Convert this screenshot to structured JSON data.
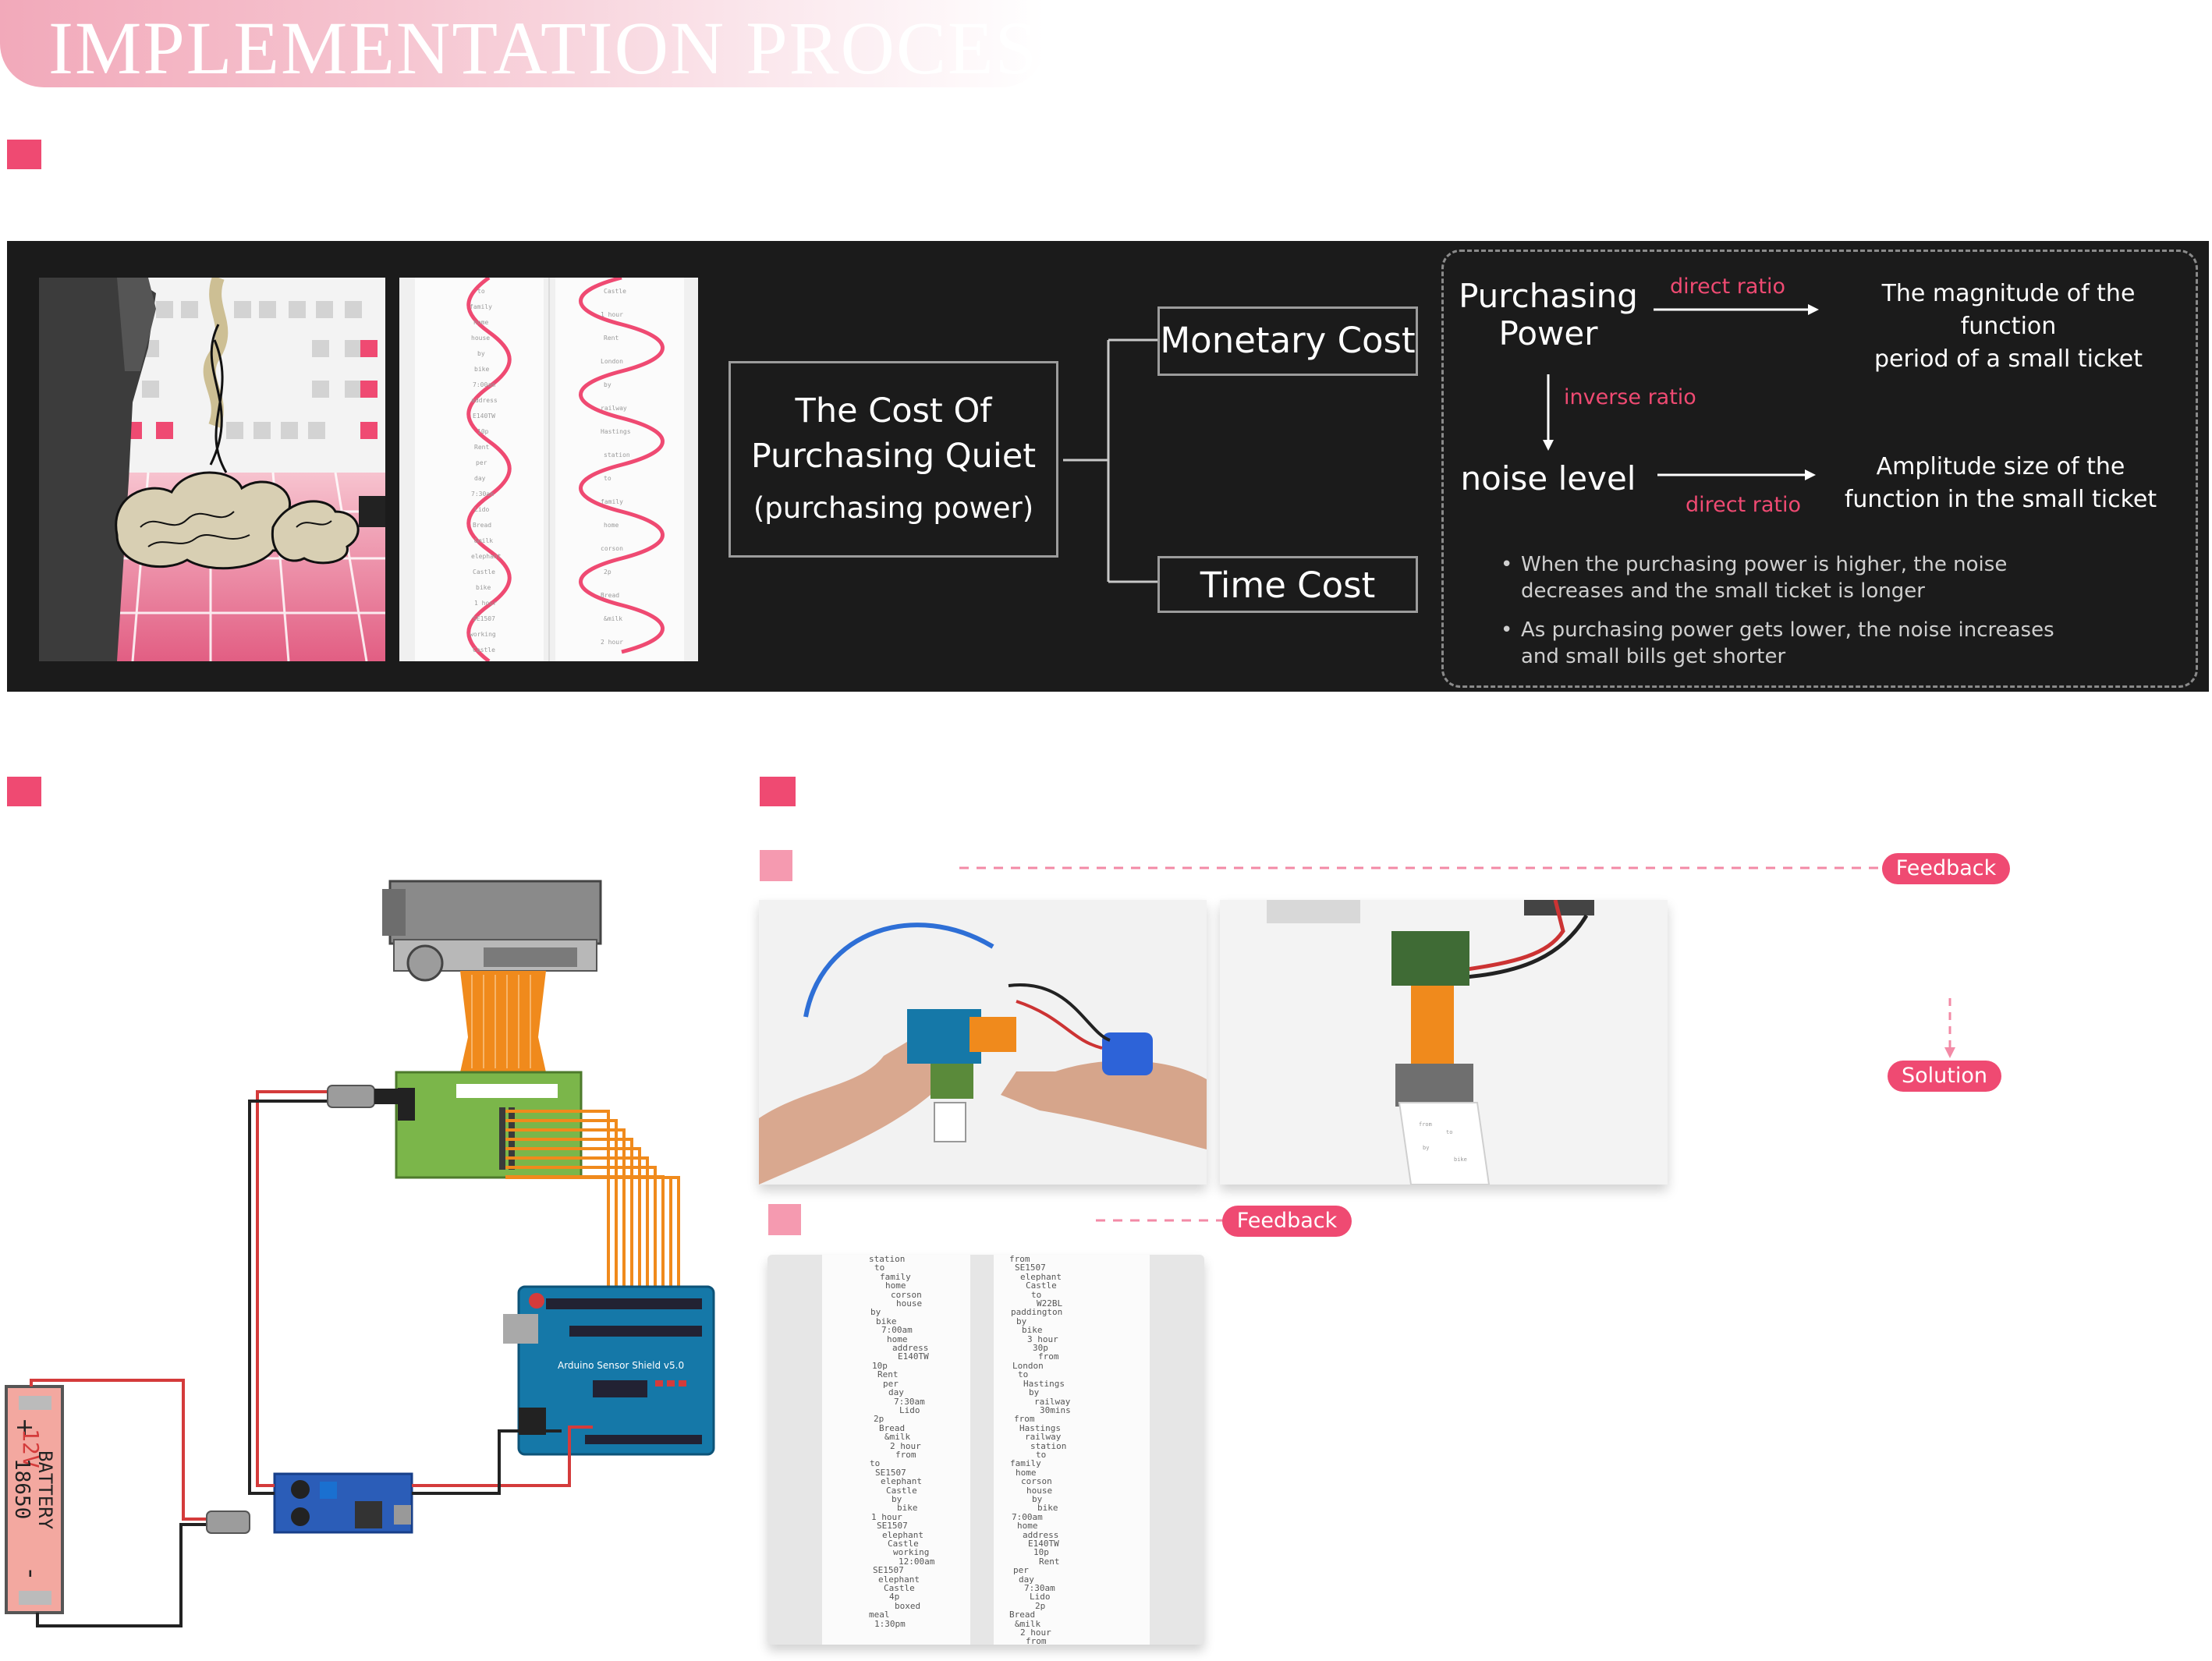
{
  "header": {
    "title": "IMPLEMENTATION PROCESS"
  },
  "concept": {
    "main_box": {
      "line1": "The Cost Of",
      "line2": "Purchasing Quiet",
      "line3": "(purchasing power)"
    },
    "branches": {
      "monetary": "Monetary Cost",
      "time": "Time Cost"
    },
    "relations": {
      "purchasing_power": "Purchasing\nPower",
      "noise_level": "noise level",
      "direct_ratio_top": "direct ratio",
      "inverse_ratio": "inverse ratio",
      "direct_ratio_bottom": "direct ratio",
      "magnitude": "The magnitude of the function\nperiod of a small ticket",
      "amplitude": "Amplitude size of the\nfunction in the small ticket"
    },
    "bullets": [
      "When the purchasing power is higher, the noise decreases and the small ticket is longer",
      "As purchasing power gets lower, the noise increases and small bills get shorter"
    ]
  },
  "circuit": {
    "battery_voltage": "12V",
    "battery_label": "18650\nBATTERY",
    "battery_plus": "+",
    "battery_minus": "-",
    "shield_label": "Arduino Sensor Shield v5.0"
  },
  "process": {
    "feedback_label_1": "Feedback",
    "solution_label": "Solution",
    "feedback_label_2": "Feedback"
  },
  "receipt_text": {
    "left": [
      "station",
      "to",
      "family",
      "home",
      "corson",
      "house",
      "by",
      "bike",
      "7:00am",
      "home",
      "address",
      "E140TW",
      "10p",
      "Rent",
      "per",
      "day",
      "7:30am",
      "Lido",
      "2p",
      "Bread",
      "&milk",
      "2 hour",
      "from",
      "to",
      "SE1507",
      "elephant",
      "Castle",
      "by",
      "bike",
      "1 hour",
      "SE1507",
      "elephant",
      "Castle",
      "working",
      "12:00am",
      "SE1507",
      "elephant",
      "Castle",
      "4p",
      "boxed",
      "meal",
      "1:30pm"
    ],
    "right": [
      "from",
      "SE1507",
      "elephant",
      "Castle",
      "to",
      "W22BL",
      "paddington",
      "by",
      "bike",
      "3 hour",
      "30p",
      "from",
      "London",
      "to",
      "Hastings",
      "by",
      "railway",
      "30mins",
      "from",
      "Hastings",
      "railway",
      "station",
      "to",
      "family",
      "home",
      "corson",
      "house",
      "by",
      "bike",
      "7:00am",
      "home",
      "address",
      "E140TW",
      "10p",
      "Rent",
      "per",
      "day",
      "7:30am",
      "Lido",
      "2p",
      "Bread",
      "&milk",
      "2 hour",
      "from"
    ]
  },
  "colors": {
    "accent": "#ef4a72",
    "accent_light": "#f59ab0",
    "panel": "#1b1b1b",
    "board_blue": "#1578a8",
    "board_green": "#7bb64a",
    "ribbon": "#f08a1c"
  }
}
